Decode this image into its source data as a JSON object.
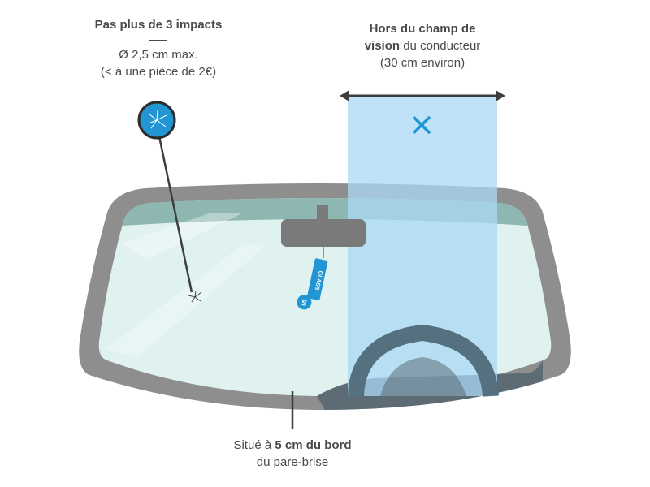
{
  "annotations": {
    "impacts": {
      "title": "Pas plus de 3 impacts",
      "line1": "Ø 2,5 cm max.",
      "line2": "(< à une pièce de 2€)"
    },
    "vision": {
      "bold_part1": "Hors du champ de",
      "bold_part2": "vision",
      "normal_part2": " du conducteur",
      "line3": "(30 cm environ)"
    },
    "edge": {
      "prefix": "Situé à ",
      "bold": "5 cm du bord",
      "line2": "du pare-brise"
    }
  },
  "air_freshener_text": "GLASS",
  "colors": {
    "text": "#4a4a4a",
    "frame": "#8e8e8e",
    "glass": "#dff2f0",
    "vision_zone": "#bfe3f7",
    "accent_blue": "#2196d3"
  }
}
